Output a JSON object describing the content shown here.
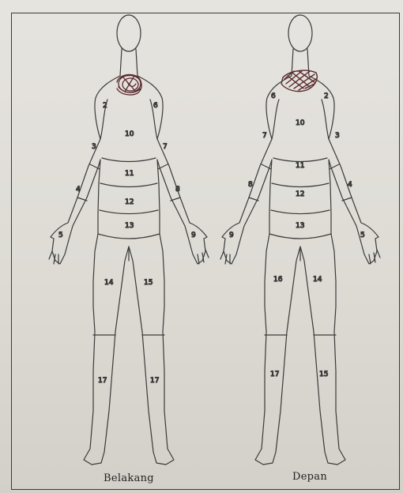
{
  "figure": {
    "back_caption": "Belakang",
    "front_caption": "Depan"
  },
  "zones": {
    "back": {
      "z1": "2",
      "z2": "6",
      "z3": "10",
      "z4": "3",
      "z5": "7",
      "z6": "11",
      "z7": "4",
      "z8": "8",
      "z9": "12",
      "z10": "13",
      "z11": "5",
      "z12": "9",
      "z13": "14",
      "z14": "15",
      "z15": "17",
      "z16": "17"
    },
    "front": {
      "z1": "6",
      "z2": "2",
      "z3": "10",
      "z4": "7",
      "z5": "3",
      "z6": "11",
      "z7": "8",
      "z8": "4",
      "z9": "12",
      "z10": "13",
      "z11": "9",
      "z12": "5",
      "z13": "16",
      "z14": "14",
      "z15": "17",
      "z16": "15"
    }
  },
  "colors": {
    "outline": "#3a3a3a",
    "pain_marking": "#5a2a2e"
  }
}
